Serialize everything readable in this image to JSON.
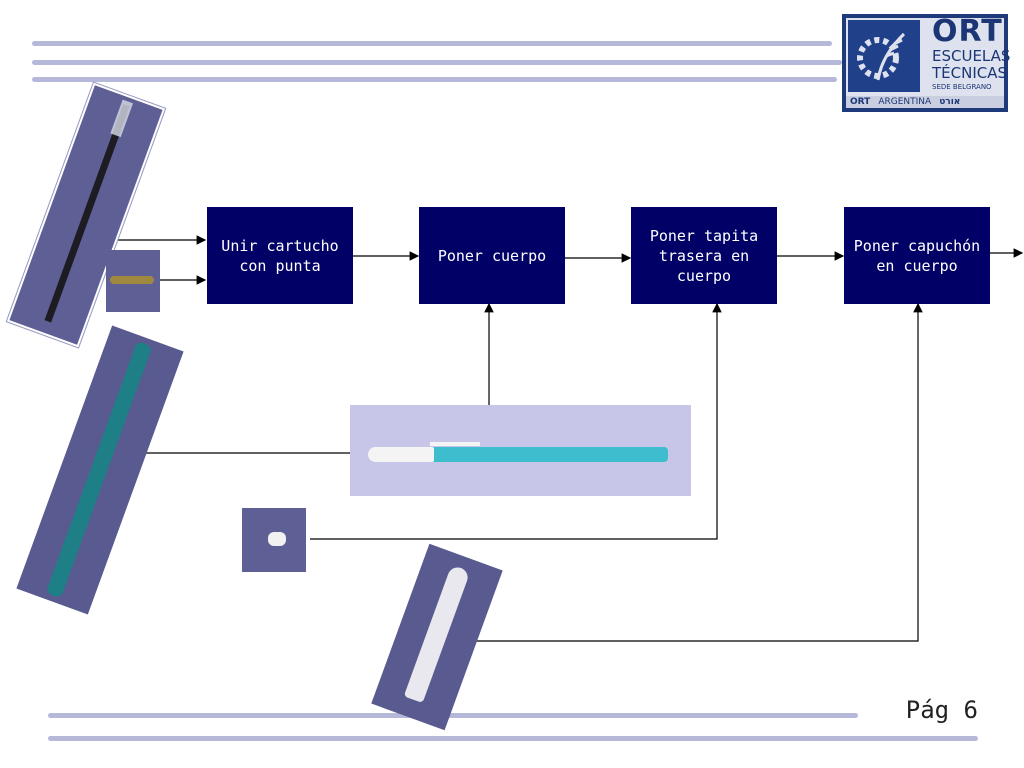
{
  "logo": {
    "title": "ORT",
    "line1": "ESCUELAS",
    "line2": "TÉCNICAS",
    "line3": "SEDE BELGRANO",
    "bottom_left": "ORT",
    "bottom_mid": "ARGENTINA",
    "bottom_right": "אורט"
  },
  "steps": [
    {
      "label": "Unir cartucho con punta"
    },
    {
      "label": "Poner cuerpo"
    },
    {
      "label": "Poner tapita trasera en cuerpo"
    },
    {
      "label": "Poner capuchón en cuerpo"
    }
  ],
  "parts": [
    {
      "name": "cartucho",
      "icon": "ink-cartridge-photo"
    },
    {
      "name": "punta",
      "icon": "pen-tip-photo"
    },
    {
      "name": "cuerpo",
      "icon": "pen-body-photo"
    },
    {
      "name": "boligrafo",
      "icon": "assembled-pen-photo"
    },
    {
      "name": "tapita",
      "icon": "back-plug-photo"
    },
    {
      "name": "capuchon",
      "icon": "cap-photo"
    }
  ],
  "colors": {
    "process_box": "#000066",
    "photo_bg": "#5e5f95",
    "stripe": "#aeb0d6"
  },
  "page": "Pág 6"
}
